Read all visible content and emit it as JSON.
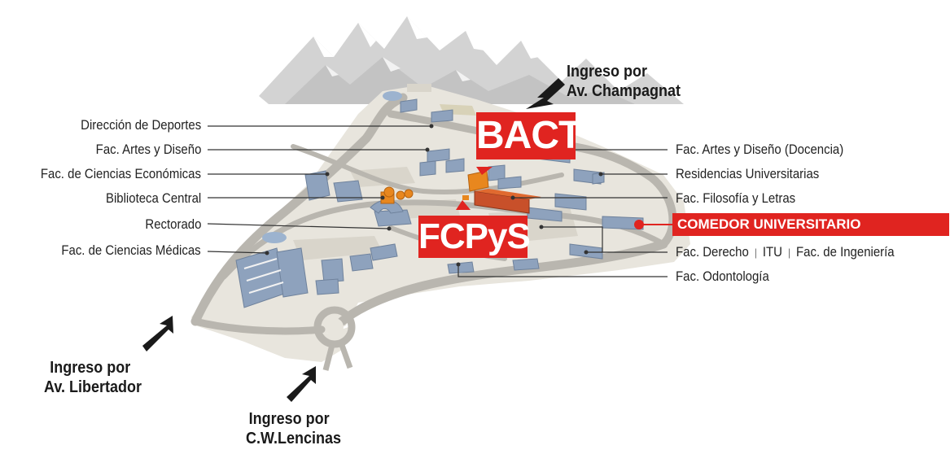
{
  "labels_left": {
    "deportes": "Dirección de Deportes",
    "artes": "Fac. Artes y Diseño",
    "economicas": "Fac. de Ciencias Económicas",
    "biblioteca": "Biblioteca Central",
    "rectorado": "Rectorado",
    "medicas": "Fac. de Ciencias Médicas"
  },
  "labels_right": {
    "artes_docencia": "Fac. Artes y Diseño (Docencia)",
    "residencias": "Residencias Universitarias",
    "filosofia": "Fac. Filosofía y Letras",
    "derecho": "Fac. Derecho",
    "itu": "ITU",
    "ingenieria": "Fac. de Ingeniería",
    "odontologia": "Fac. Odontología"
  },
  "highlights": {
    "bact": "BACT",
    "fcpys": "FCPyS",
    "comedor": "COMEDOR UNIVERSITARIO"
  },
  "entrances": {
    "champagnat": {
      "line1": "Ingreso por",
      "line2": "Av. Champagnat"
    },
    "libertador": {
      "line1": "Ingreso por",
      "line2": "Av. Libertador"
    },
    "lencinas": {
      "line1": "Ingreso por",
      "line2": "C.W.Lencinas"
    }
  },
  "colors": {
    "highlight_red": "#e02420",
    "campus_ground": "#e8e5dd",
    "road": "#b9b6af",
    "building": "#8ea2bd",
    "mountain": "#cfcfcf",
    "leader_line": "#333333"
  },
  "icons": {
    "entrance_arrow": "arrow-icon",
    "mountains": "mountains-illustration"
  }
}
